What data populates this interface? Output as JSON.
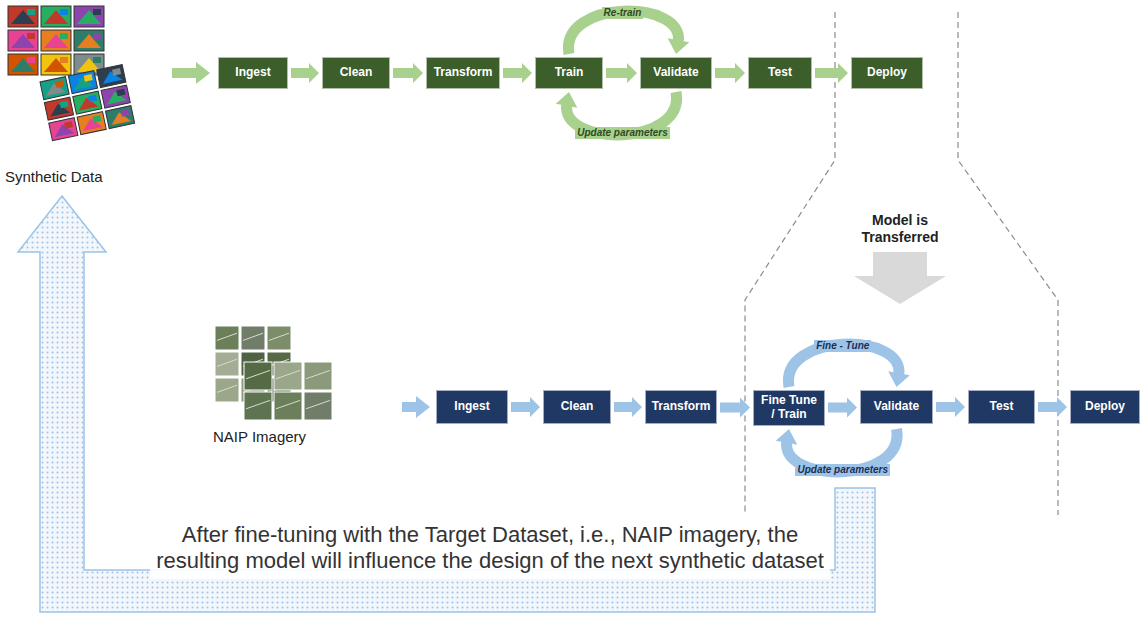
{
  "diagram": {
    "nodes": [
      {
        "text": [
          "Ingest"
        ]
      },
      {
        "text": [
          "Clean"
        ]
      },
      {
        "text": [
          "Transform"
        ]
      },
      {
        "text": [
          "Train"
        ]
      },
      {
        "text": [
          "Validate"
        ]
      },
      {
        "text": [
          "Test"
        ]
      },
      {
        "text": [
          "Deploy"
        ]
      },
      {
        "text": [
          "Ingest"
        ]
      },
      {
        "text": [
          "Clean"
        ]
      },
      {
        "text": [
          "Transform"
        ]
      },
      {
        "text": [
          "Fine Tune / Train"
        ]
      },
      {
        "text": [
          "Validate"
        ]
      },
      {
        "text": [
          "Test"
        ]
      },
      {
        "text": [
          "Deploy"
        ]
      }
    ],
    "edges": [
      {
        "from": 0,
        "to": 1,
        "arrow": "to"
      },
      {
        "from": 1,
        "to": 2,
        "arrow": "to"
      },
      {
        "from": 2,
        "to": 3,
        "arrow": "to"
      },
      {
        "from": 3,
        "to": 4,
        "arrow": "to"
      },
      {
        "from": 4,
        "to": 5,
        "arrow": "to"
      },
      {
        "from": 5,
        "to": 6,
        "arrow": "to"
      },
      {
        "from": 3,
        "to": 4,
        "label": "Re-train",
        "arrow": "to"
      },
      {
        "from": 4,
        "to": 3,
        "label": "Update parameters",
        "arrow": "to"
      },
      {
        "from": 7,
        "to": 8,
        "arrow": "to"
      },
      {
        "from": 8,
        "to": 9,
        "arrow": "to"
      },
      {
        "from": 9,
        "to": 10,
        "arrow": "to"
      },
      {
        "from": 10,
        "to": 11,
        "arrow": "to"
      },
      {
        "from": 11,
        "to": 12,
        "arrow": "to"
      },
      {
        "from": 12,
        "to": 13,
        "arrow": "to"
      },
      {
        "from": 10,
        "to": 11,
        "label": "Fine - Tune",
        "arrow": "to"
      },
      {
        "from": 11,
        "to": 10,
        "label": "Update parameters",
        "arrow": "to"
      }
    ],
    "labels": [
      "Synthetic Data",
      "Model is Transferred",
      "NAIP Imagery",
      "After fine-tuning with the Target Dataset, i.e., NAIP imagery, the resulting model will influence the design of the next synthetic dataset"
    ]
  }
}
